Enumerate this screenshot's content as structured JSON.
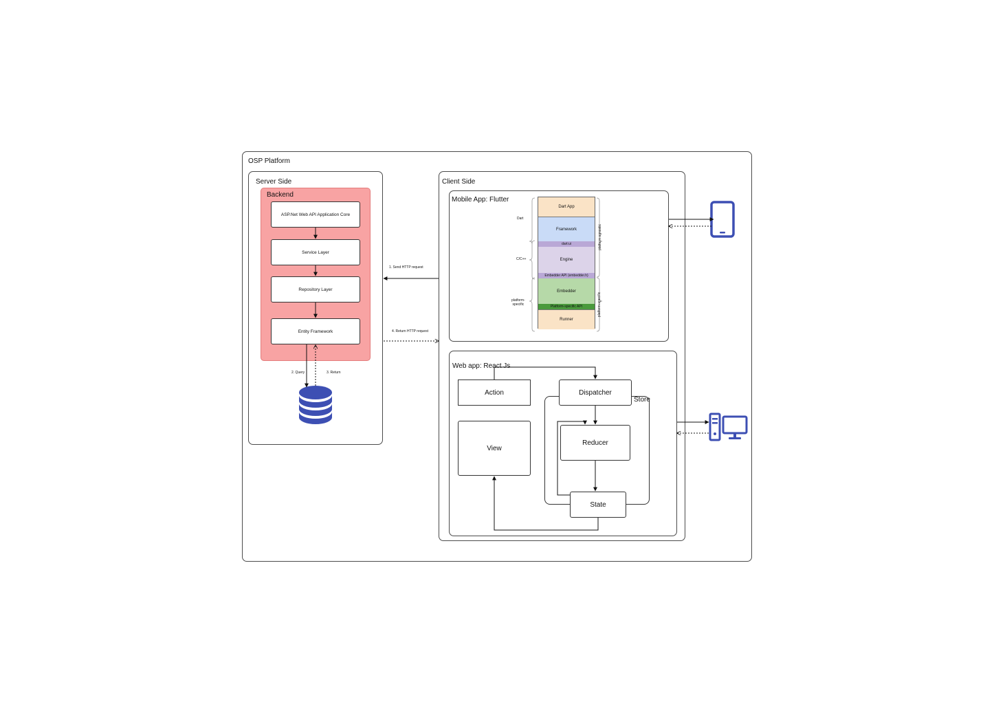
{
  "platform": {
    "title": "OSP Platform"
  },
  "server": {
    "title": "Server Side",
    "backend": {
      "title": "Backend",
      "layers": [
        "ASP.Net Web API Application Core",
        "Service Layer",
        "Repository Layer",
        "Entity Framework"
      ]
    },
    "db_labels": {
      "query": "2. Query",
      "return": "3. Return"
    }
  },
  "edges": {
    "send": "1. Send HTTP request",
    "return": "4. Return HTTP request"
  },
  "client": {
    "title": "Client Side",
    "mobile": {
      "title": "Mobile App: Flutter",
      "stack": {
        "dart_app": "Dart App",
        "framework": "Framework",
        "dart_ui": "dart:ui",
        "engine": "Engine",
        "embedder_api": "Embedder API (embedder.h)",
        "embedder": "Embedder",
        "platform_api": "Platform-specific API",
        "runner": "Runner",
        "left_dart": "Dart",
        "left_cpp": "C/C++",
        "left_platform": "platform-\nspecific",
        "right_agnostic": "platform agnostic",
        "right_specific": "platform-specific"
      },
      "colors": {
        "dart_app": "#fae3c6",
        "framework": "#c9dbf7",
        "dart_ui": "#b9a8d6",
        "engine": "#dcd3e9",
        "embedder_api": "#b9a8d6",
        "embedder": "#b6d9a8",
        "platform_api": "#4a9a3c",
        "runner": "#fae3c6"
      }
    },
    "web": {
      "title": "Web app: React Js",
      "action": "Action",
      "dispatcher": "Dispatcher",
      "store": "Store",
      "view": "View",
      "reducer": "Reducer",
      "state": "State"
    }
  },
  "icons": {
    "phone": "mobile-phone-icon",
    "desktop": "desktop-computer-icon",
    "database": "database-icon",
    "icon_color": "#3d4fb3"
  },
  "colors": {
    "backend_fill": "#f8a3a3",
    "backend_border": "#e37b7b"
  }
}
